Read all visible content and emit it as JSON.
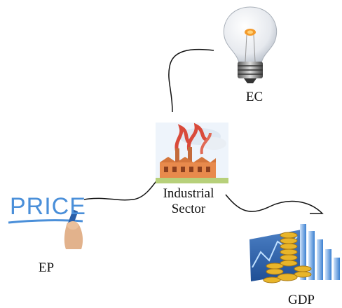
{
  "nodes": {
    "ec": {
      "label": "EC",
      "icon": "light-bulb-icon"
    },
    "industrial_sector": {
      "label_line1": "Industrial",
      "label_line2": "Sector",
      "icon": "factory-icon"
    },
    "ep": {
      "label": "EP",
      "icon": "price-board-icon",
      "icon_text": "PRICE"
    },
    "gdp": {
      "label": "GDP",
      "icon": "chart-coins-icon"
    }
  },
  "colors": {
    "connector": "#111111",
    "price_text": "#4a8fd9",
    "factory_body": "#e88a4c",
    "smoke": "#d94a3a",
    "coin": "#e8b52a",
    "bars": "#3a7fd0"
  }
}
